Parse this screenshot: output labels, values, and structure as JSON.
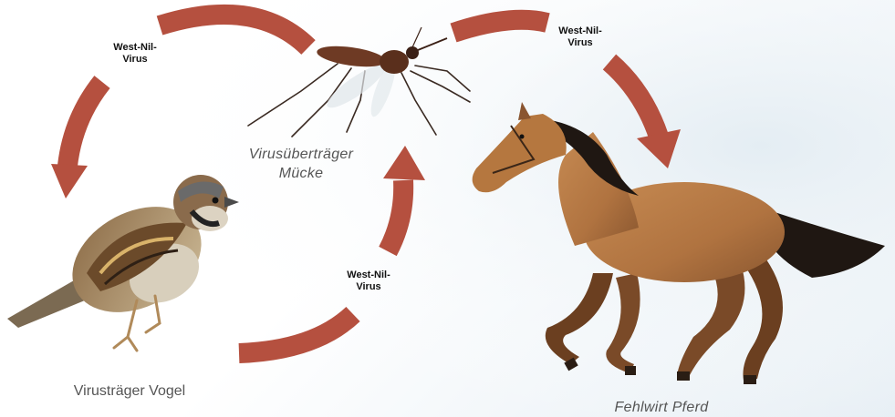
{
  "colors": {
    "arrow": "#b5503f",
    "background": "#ffffff"
  },
  "arrow_labels": {
    "top_left": [
      "West-Nil-",
      "Virus"
    ],
    "top_right": [
      "West-Nil-",
      "Virus"
    ],
    "bottom": [
      "West-Nil-",
      "Virus"
    ]
  },
  "captions": {
    "mosquito": [
      "Virusüberträger",
      "Mücke"
    ],
    "bird": "Virusträger Vogel",
    "horse": "Fehlwirt Pferd"
  },
  "icons": {
    "mosquito": "mosquito-icon",
    "bird": "sparrow-icon",
    "horse": "galloping-horse-icon"
  }
}
